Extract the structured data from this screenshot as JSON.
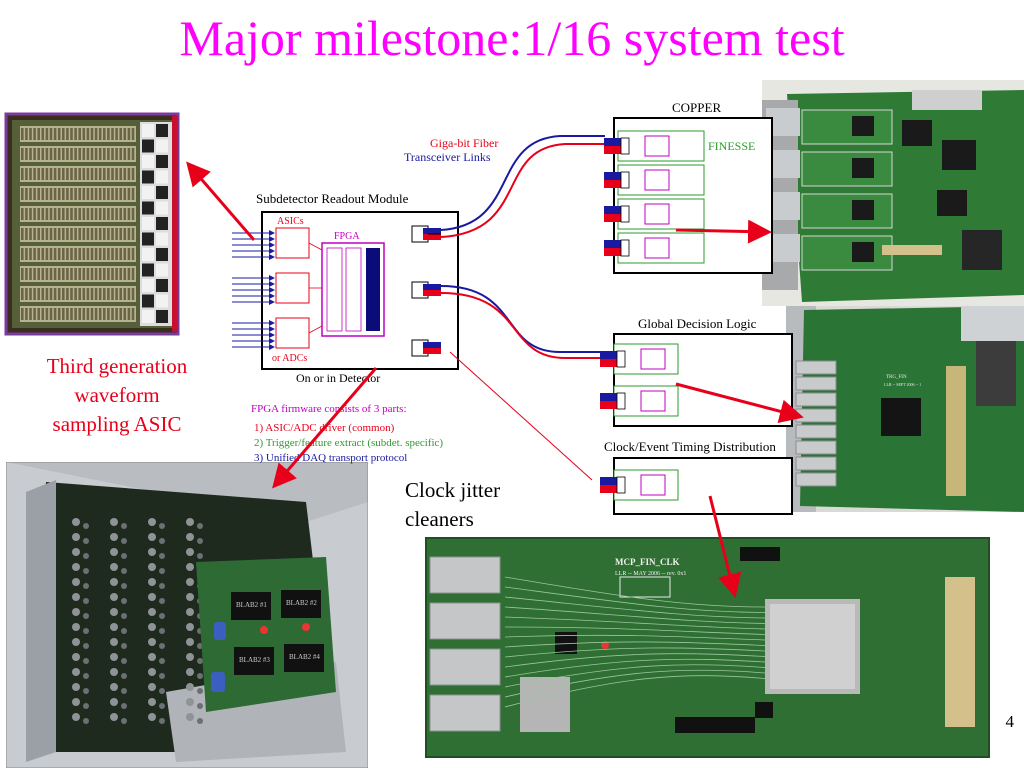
{
  "slide": {
    "title": "Major milestone:1/16 system test",
    "page_number": "4"
  },
  "captions": {
    "asic": [
      "Third generation",
      "waveform",
      "sampling ASIC"
    ],
    "jitter": [
      "Clock jitter",
      "cleaners"
    ]
  },
  "diagram": {
    "readout_module_title": "Subdetector Readout Module",
    "asics_label": "ASICs",
    "adcs_label": "or ADCs",
    "fpga_label": "FPGA",
    "location_label": "On or in Detector",
    "fiber_label_line1": "Giga-bit Fiber",
    "fiber_label_line2": "Transceiver Links",
    "copper_title": "COPPER",
    "finesse_label": "FINESSE",
    "gdl_title": "Global Decision Logic",
    "clock_title": "Clock/Event Timing Distribution",
    "firmware_title": "FPGA firmware consists of 3 parts:",
    "firmware_items": [
      "1) ASIC/ADC driver (common)",
      "2) Trigger/feature extract (subdet. specific)",
      "3) Unified DAQ transport protocol"
    ]
  },
  "photos": {
    "clk_board_silkscreen": "MCP_FIN_CLK",
    "clk_board_sub": "LLR -- MAY 2006 -- rev. 0x1",
    "trg_board_silkscreen": "TRG_FIN",
    "trg_board_sub": "LLR -- SEPT 2006 -- 1",
    "asic_chip_labels": [
      "BLAB2 #1",
      "BLAB2 #2",
      "BLAB2 #3",
      "BLAB2 #4"
    ]
  },
  "colors": {
    "title": "#ff00ff",
    "arrow": "#e8001a",
    "fiber_red": "#e8001a",
    "fiber_blue": "#1a1aa0",
    "asic_caption": "#e8001a",
    "pcb_green": "#2e7d32"
  }
}
